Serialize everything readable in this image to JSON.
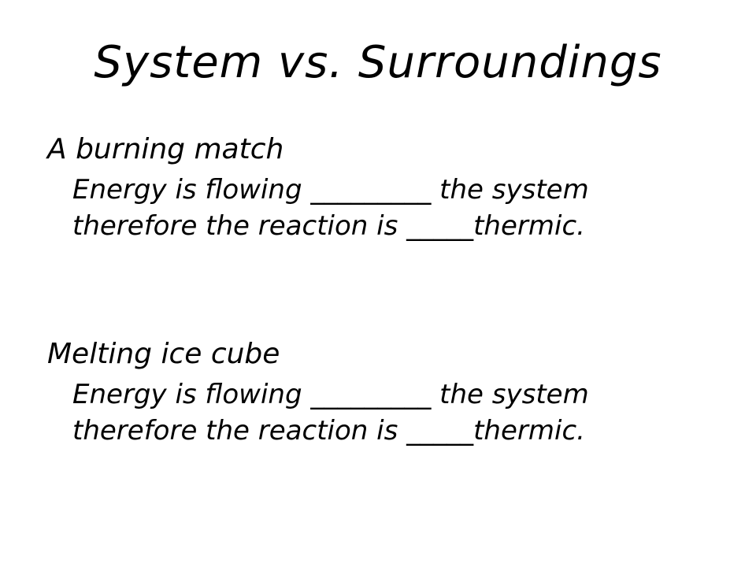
{
  "slide": {
    "title": "System vs. Surroundings",
    "sections": [
      {
        "heading": "A burning match",
        "text": "Energy is flowing _________ the system therefore the reaction is _____thermic."
      },
      {
        "heading": "Melting ice cube",
        "text": "Energy is flowing _________ the system therefore the reaction is _____thermic."
      }
    ]
  }
}
